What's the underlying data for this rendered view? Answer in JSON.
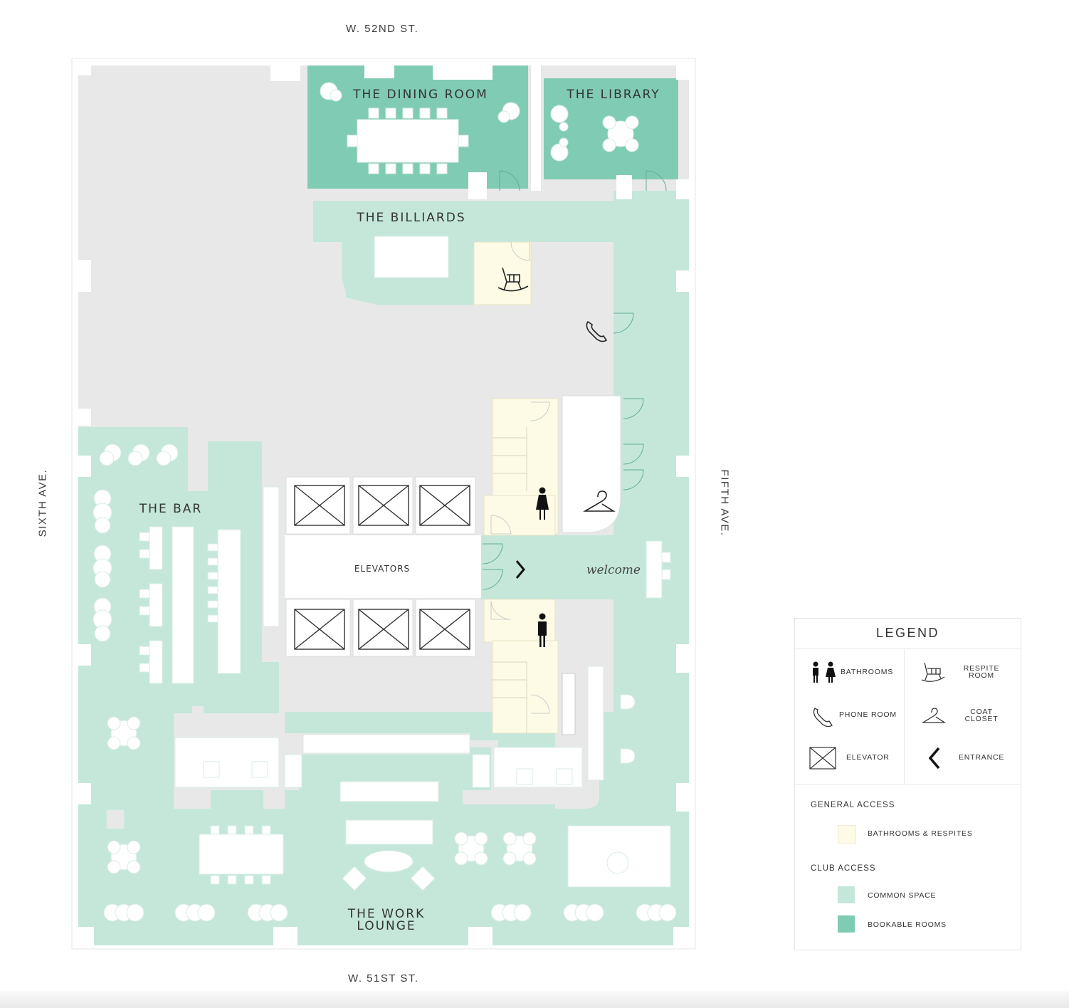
{
  "streets": {
    "north": "W. 52ND ST.",
    "south": "W. 51ST ST.",
    "west": "SIXTH AVE.",
    "east": "FIFTH AVE."
  },
  "rooms": {
    "dining": "THE DINING ROOM",
    "library": "THE LIBRARY",
    "billiards": "THE BILLIARDS",
    "bar": "THE BAR",
    "elevators": "ELEVATORS",
    "work_lounge_1": "THE WORK",
    "work_lounge_2": "LOUNGE",
    "welcome": "welcome"
  },
  "legend": {
    "title": "LEGEND",
    "bathrooms": "BATHROOMS",
    "respite_1": "RESPITE",
    "respite_2": "ROOM",
    "phone": "PHONE ROOM",
    "coat_1": "COAT",
    "coat_2": "CLOSET",
    "elevator": "ELEVATOR",
    "entrance": "ENTRANCE",
    "general_access": "GENERAL ACCESS",
    "bathrooms_respites": "BATHROOMS & RESPITES",
    "club_access": "CLUB ACCESS",
    "common_space": "COMMON SPACE",
    "bookable_rooms": "BOOKABLE ROOMS"
  },
  "colors": {
    "common": "#c4e7da",
    "bookable": "#80cbb4",
    "respite": "#fdfbe6",
    "core": "#e8e8e8",
    "white": "#ffffff"
  }
}
